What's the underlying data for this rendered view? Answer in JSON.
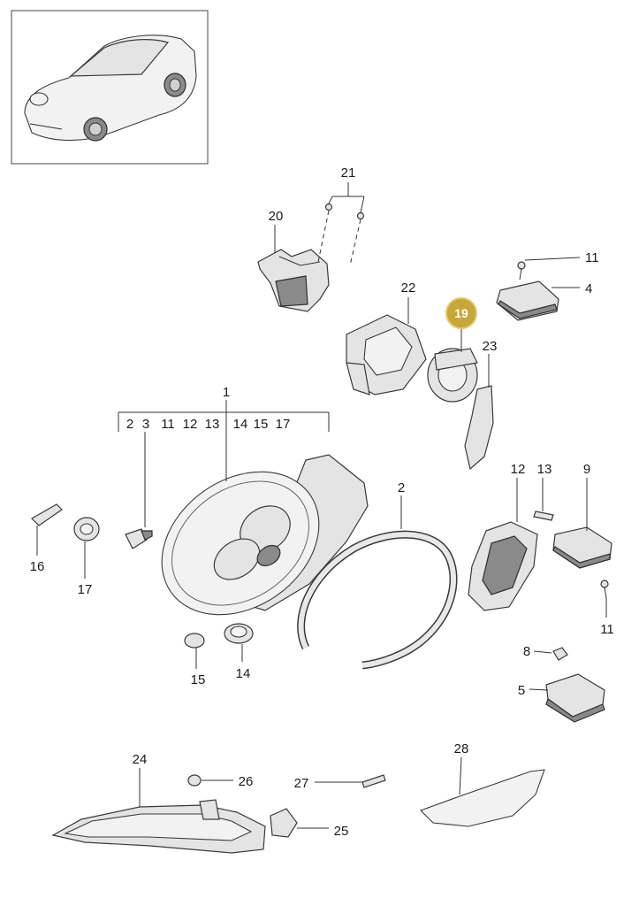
{
  "callouts": {
    "c21": "21",
    "c20": "20",
    "c11a": "11",
    "c4": "4",
    "c22": "22",
    "c19": "19",
    "c23": "23",
    "c1": "1",
    "c1_sub": [
      "2",
      "3",
      "11",
      "12",
      "13",
      "14",
      "15",
      "17"
    ],
    "c3": "3",
    "c2": "2",
    "c12": "12",
    "c13": "13",
    "c9": "9",
    "c16": "16",
    "c17": "17",
    "c11b": "11",
    "c8": "8",
    "c5": "5",
    "c15": "15",
    "c14": "14",
    "c24": "24",
    "c26": "26",
    "c27": "27",
    "c28": "28",
    "c25": "25"
  },
  "highlighted_callout": "19",
  "colors": {
    "highlight_fill": "#c7a63a",
    "highlight_ring": "#e3c96a",
    "line": "#333333",
    "part_fill": "#e4e4e4"
  }
}
